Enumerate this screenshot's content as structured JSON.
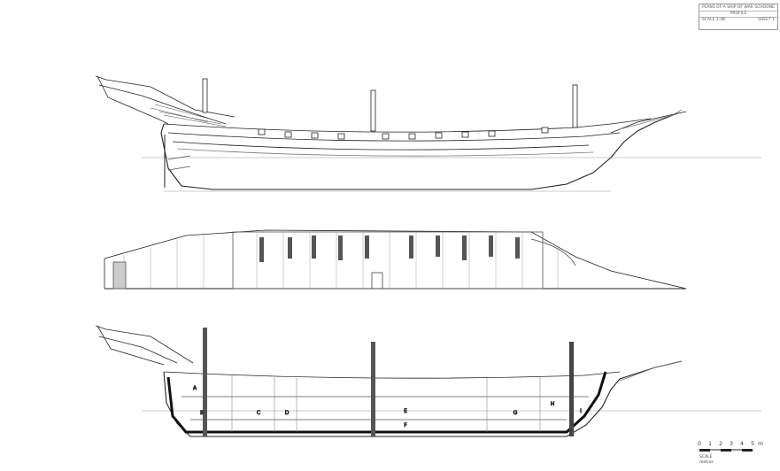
{
  "title_block": {
    "line1": "PLANS OF A SHIP OF WAR SCHOONER",
    "line2": "PROFILE",
    "line3": "SCALE 1:48",
    "line4": "SHEET 1"
  },
  "scale": {
    "ticks": [
      "0",
      "1",
      "2",
      "3",
      "4",
      "5"
    ],
    "unit": "m",
    "note1": "SCALE",
    "note2": "metres"
  },
  "hold_labels": {
    "a": "A",
    "b": "B",
    "c": "C",
    "d": "D",
    "e": "E",
    "f": "F",
    "g": "G",
    "h": "H",
    "i": "I"
  },
  "colors": {
    "line": "#222222",
    "light": "#777777",
    "hatch": "#444444"
  }
}
